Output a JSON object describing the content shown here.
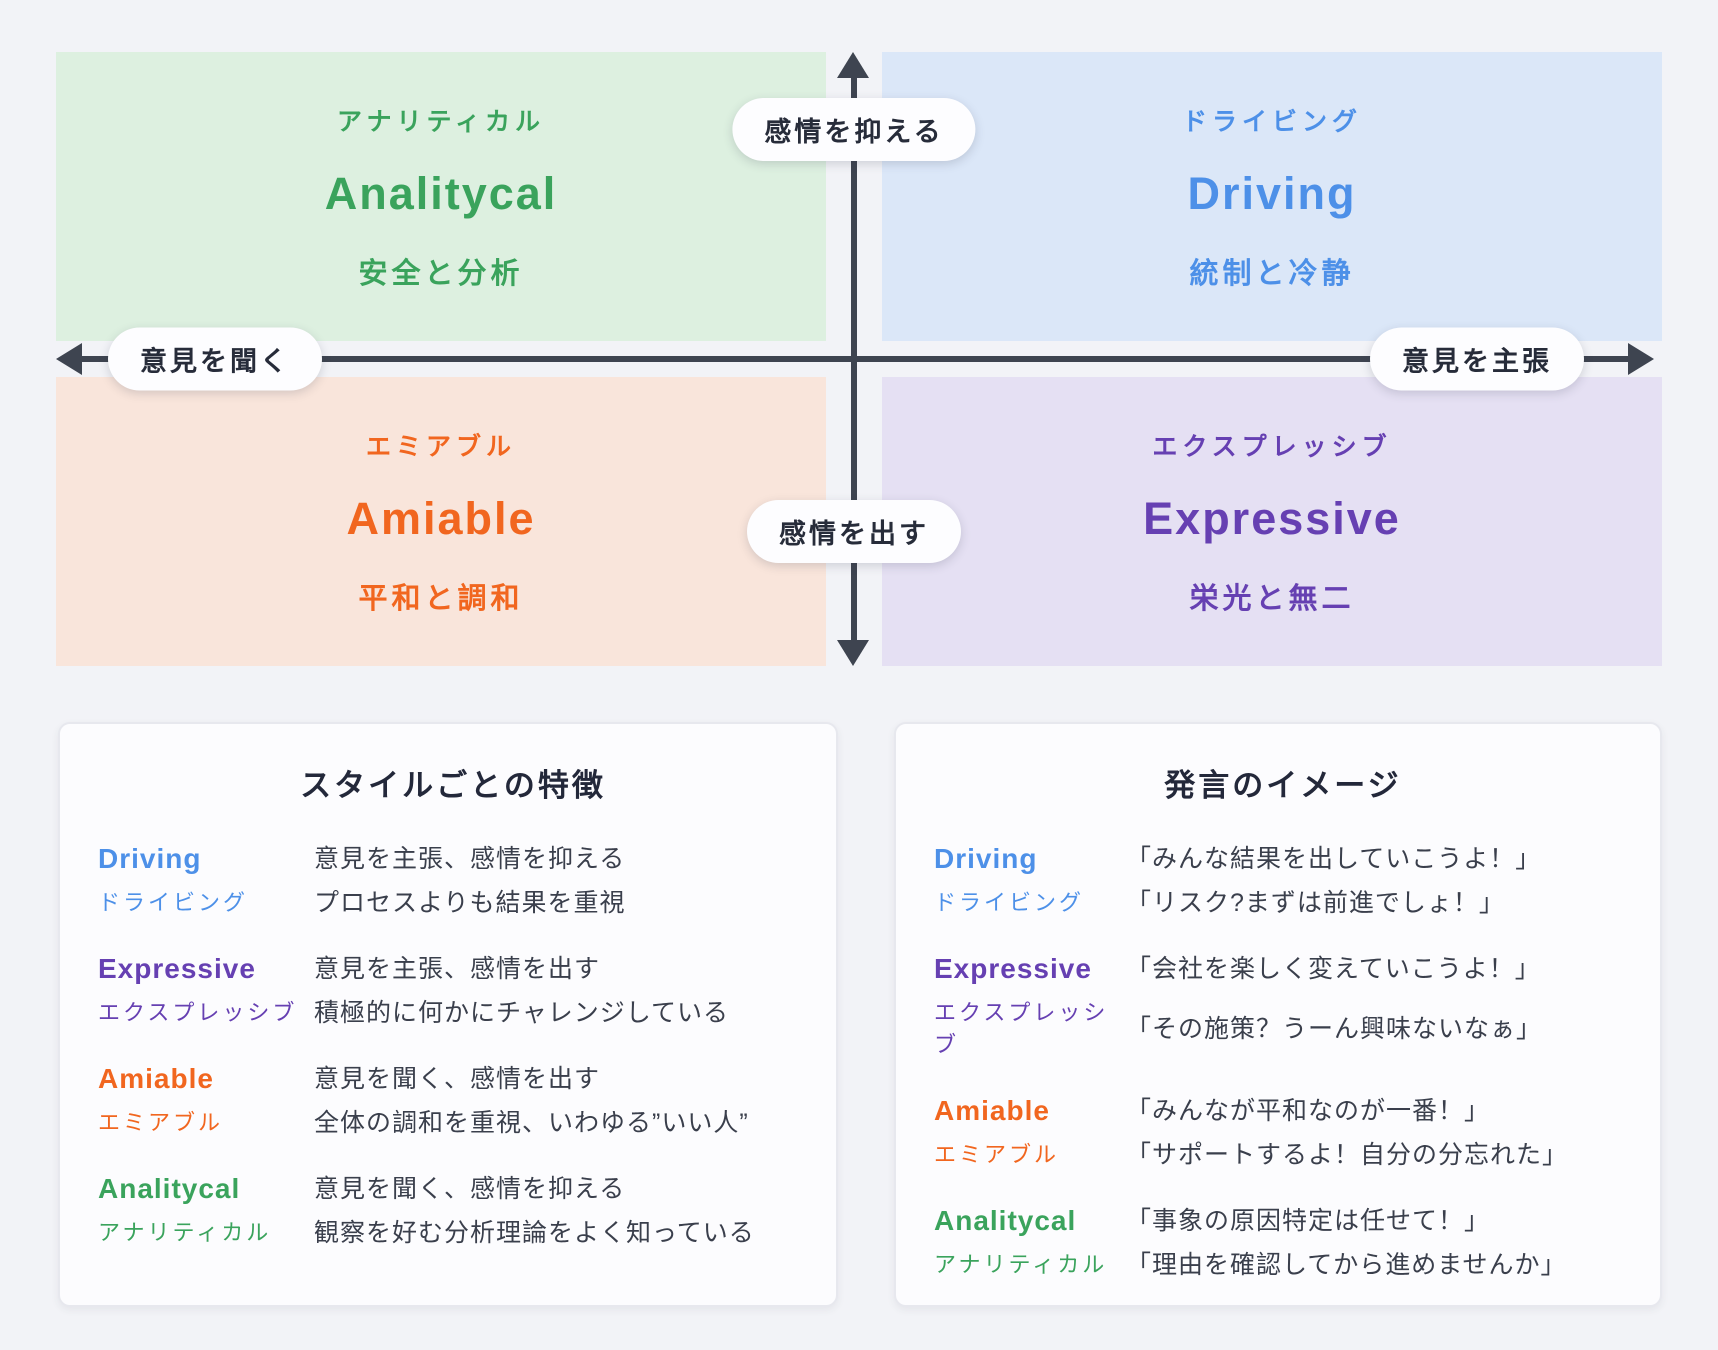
{
  "page": {
    "background_color": "#f2f3f7",
    "axis_color": "#3e4450"
  },
  "matrix": {
    "axis_labels": {
      "top": "感情を抑える",
      "bottom": "感情を出す",
      "left": "意見を聞く",
      "right": "意見を主張"
    },
    "quadrants": [
      {
        "position": "top-left",
        "kana": "アナリティカル",
        "name": "Analitycal",
        "tagline": "安全と分析",
        "color": "#3aa35c",
        "bg": "#ddf0e0"
      },
      {
        "position": "top-right",
        "kana": "ドライビング",
        "name": "Driving",
        "tagline": "統制と冷静",
        "color": "#4d90e8",
        "bg": "#dbe7f8"
      },
      {
        "position": "bottom-left",
        "kana": "エミアブル",
        "name": "Amiable",
        "tagline": "平和と調和",
        "color": "#f1661f",
        "bg": "#f9e5db"
      },
      {
        "position": "bottom-right",
        "kana": "エクスプレッシブ",
        "name": "Expressive",
        "tagline": "栄光と無二",
        "color": "#6640b2",
        "bg": "#e5e0f3"
      }
    ]
  },
  "cards": [
    {
      "title": "スタイルごとの特徴",
      "rows": [
        {
          "name": "Driving",
          "kana": "ドライビング",
          "color": "#4d90e8",
          "line1": "意見を主張、感情を抑える",
          "line2": "プロセスよりも結果を重視"
        },
        {
          "name": "Expressive",
          "kana": "エクスプレッシブ",
          "color": "#6640b2",
          "line1": "意見を主張、感情を出す",
          "line2": "積極的に何かにチャレンジしている"
        },
        {
          "name": "Amiable",
          "kana": "エミアブル",
          "color": "#f1661f",
          "line1": "意見を聞く、感情を出す",
          "line2": "全体の調和を重視、いわゆる”いい人”"
        },
        {
          "name": "Analitycal",
          "kana": "アナリティカル",
          "color": "#3aa35c",
          "line1": "意見を聞く、感情を抑える",
          "line2": "観察を好む分析理論をよく知っている"
        }
      ]
    },
    {
      "title": "発言のイメージ",
      "rows": [
        {
          "name": "Driving",
          "kana": "ドライビング",
          "color": "#4d90e8",
          "line1": "「みんな結果を出していこうよ！」",
          "line2": "「リスク?まずは前進でしょ！」"
        },
        {
          "name": "Expressive",
          "kana": "エクスプレッシブ",
          "color": "#6640b2",
          "line1": "「会社を楽しく変えていこうよ！」",
          "line2": "「その施策？うーん興味ないなぁ」"
        },
        {
          "name": "Amiable",
          "kana": "エミアブル",
          "color": "#f1661f",
          "line1": "「みんなが平和なのが一番！」",
          "line2": "「サポートするよ！自分の分忘れた」"
        },
        {
          "name": "Analitycal",
          "kana": "アナリティカル",
          "color": "#3aa35c",
          "line1": "「事象の原因特定は任せて！」",
          "line2": "「理由を確認してから進めませんか」"
        }
      ]
    }
  ]
}
